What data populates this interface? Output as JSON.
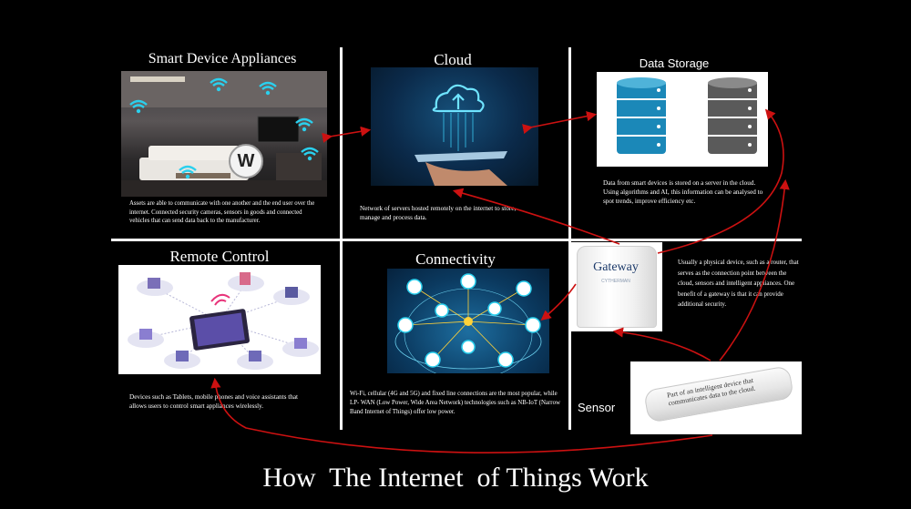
{
  "page_title": "How  The Internet  of Things Work",
  "colors": {
    "background": "#000000",
    "arrow": "#cc1111",
    "divider": "#ffffff",
    "cyan_accent": "#2ad0ee",
    "db_blue": "#1b88b8",
    "db_gray": "#5a5a5a"
  },
  "sections": {
    "smart_devices": {
      "title": "Smart Device Appliances",
      "badge": "W",
      "description": "Assets are able to communicate with one another and the end user over the internet. Connected security cameras, sensors in goods and connected vehicles that can send data back to the manufacturer."
    },
    "cloud": {
      "title": "Cloud",
      "description": "Network  of servers  hosted remotely on the internet to store, manage and process data."
    },
    "data_storage": {
      "title": "Data Storage",
      "description": "Data from smart devices is stored on a server in the cloud. Using algorithms and AI, this information can be analysed to spot trends, improve efficiency etc."
    },
    "remote_control": {
      "title": "Remote Control",
      "description": "Devices such as Tablets, mobile phones and voice assistants that allows  users to control smart  appliances wirelessly."
    },
    "connectivity": {
      "title": "Connectivity",
      "description": "Wi-Fi, cellular (4G and 5G) and fixed line connections are the most popular, while LP- WAN (Low Power, Wide Area Network)  technologies such as NB-IoT (Narrow Band Internet of Things) offer low power."
    },
    "gateway": {
      "label": "Gateway",
      "sublabel": "CYTHERMAN",
      "description": "Usually a physical device, such as a router, that serves as the connection point between the cloud, sensors and intelligent appliances. One benefit of a gateway is that it can provide additional security."
    },
    "sensor": {
      "title": "Sensor",
      "device_text": "Part of an intelligent device that communicates data to the cloud."
    }
  }
}
